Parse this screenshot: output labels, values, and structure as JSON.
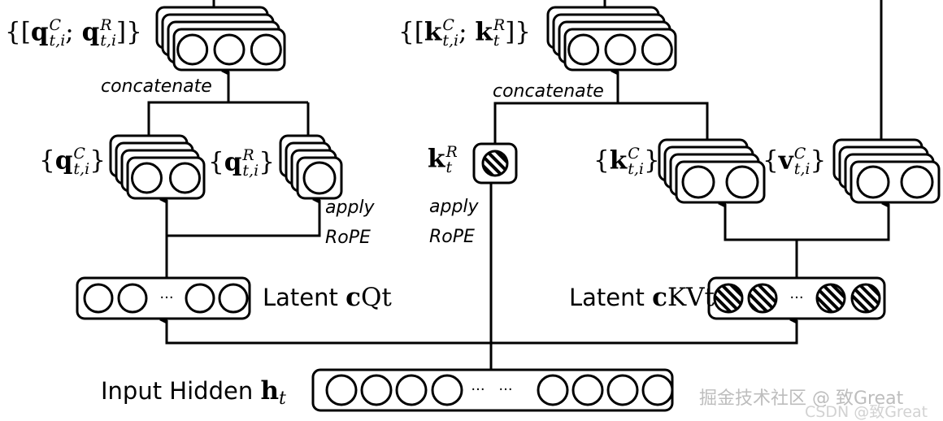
{
  "diagram": {
    "title": "Multi-Head Latent Attention (MLA)",
    "nodes": {
      "q_concat": {
        "symbol": "q",
        "sup_c": "C",
        "sub": "t,i",
        "sup_r": "R",
        "open": "{[",
        "close": "]}",
        "sep": ";",
        "units": 3
      },
      "k_concat": {
        "symbol": "k",
        "sup_c": "C",
        "sub_c": "t,i",
        "sup_r": "R",
        "sub_r": "t",
        "open": "{[",
        "close": "]}",
        "sep": ";",
        "units": 3
      },
      "q_c": {
        "symbol": "q",
        "sup": "C",
        "sub": "t,i",
        "open": "{",
        "close": "}",
        "units": 2
      },
      "q_r": {
        "symbol": "q",
        "sup": "R",
        "sub": "t,i",
        "open": "{",
        "close": "}",
        "units": 1
      },
      "k_r": {
        "symbol": "k",
        "sup": "R",
        "sub": "t",
        "units": 1,
        "style": "hatched"
      },
      "k_c": {
        "symbol": "k",
        "sup": "C",
        "sub": "t,i",
        "open": "{",
        "close": "}",
        "units": 2
      },
      "v_c": {
        "symbol": "v",
        "sup": "C",
        "sub": "t,i",
        "open": "{",
        "close": "}",
        "units": 2
      },
      "latent_q": {
        "prefix": "Latent",
        "symbol": "c",
        "sup": "Q",
        "sub": "t",
        "units": 4,
        "ellipsis": "···"
      },
      "latent_kv": {
        "prefix": "Latent",
        "symbol": "c",
        "sup": "KV",
        "sub": "t",
        "units": 4,
        "ellipsis": "···",
        "style": "hatched"
      },
      "input_hidden": {
        "prefix": "Input Hidden",
        "symbol": "h",
        "sub": "t",
        "units": 8,
        "ellipsis": "··· ···"
      }
    },
    "edge_labels": {
      "concatenate_q": "concatenate",
      "concatenate_k": "concatenate",
      "apply_rope_q_1": "apply",
      "apply_rope_q_2": "RoPE",
      "apply_rope_k_1": "apply",
      "apply_rope_k_2": "RoPE"
    },
    "watermark": {
      "primary": "掘金技术社区 @ 致Great",
      "secondary": "CSDN @致Great"
    }
  }
}
